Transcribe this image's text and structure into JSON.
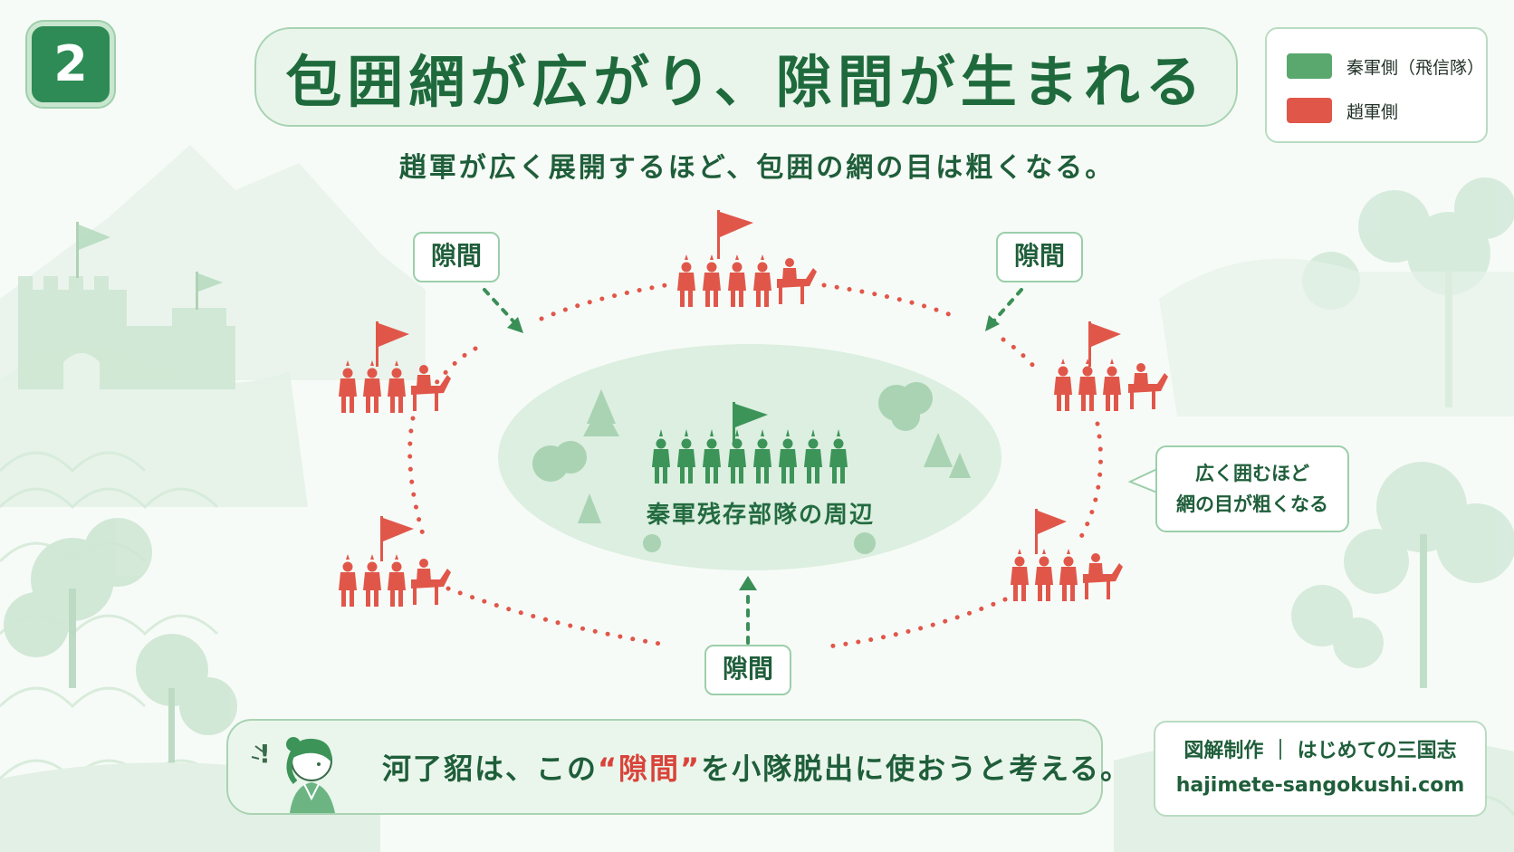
{
  "badge": {
    "number": "2"
  },
  "title": "包囲網が広がり、隙間が生まれる",
  "legend": {
    "items": [
      {
        "label": "秦軍側（飛信隊）",
        "color": "#5aa86e"
      },
      {
        "label": "趙軍側",
        "color": "#e0574a"
      }
    ]
  },
  "subtitle": "趙軍が広く展開するほど、包囲の網の目は粗くなる。",
  "gap_labels": {
    "top_left": "隙間",
    "top_right": "隙間",
    "bottom": "隙間"
  },
  "center": {
    "label": "秦軍残存部隊の周辺"
  },
  "callout": {
    "line1": "広く囲むほど",
    "line2": "網の目が粗くなる"
  },
  "bottom": {
    "text_before": "河了貂は、この",
    "quoted": "“隙間”",
    "text_after": "を小隊脱出に使おうと考える。",
    "mark": "!"
  },
  "credit": {
    "line1": "図解制作 ｜ はじめての三国志",
    "line2": "hajimete-sangokushi.com"
  },
  "colors": {
    "qin_green": "#3d9459",
    "zhao_red": "#e0574a",
    "title_green": "#1f6a3c",
    "gap_arrow_green": "#3a8f57"
  }
}
